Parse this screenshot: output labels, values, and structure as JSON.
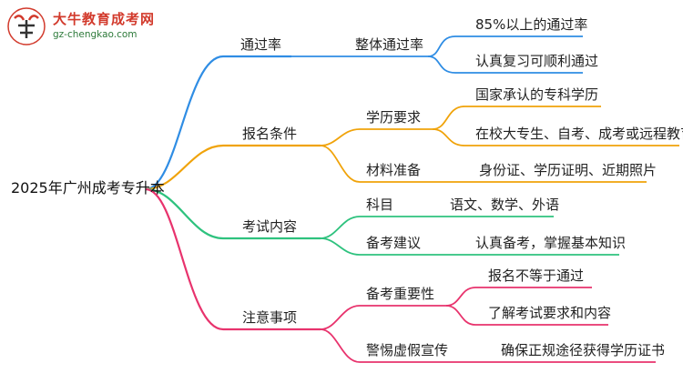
{
  "logo": {
    "title": "大牛教育成考网",
    "url": "gz-chengkao.com"
  },
  "colors": {
    "blue": "#2f8de4",
    "orange": "#f0a30a",
    "green": "#2ec27e",
    "magenta": "#e8336d"
  },
  "root": "2025年广州成考专升本",
  "branches": {
    "pass_rate": {
      "label": "通过率",
      "sub": {
        "overall": {
          "label": "整体通过率",
          "leaves": [
            "85%以上的通过率",
            "认真复习可顺利通过"
          ]
        }
      }
    },
    "apply": {
      "label": "报名条件",
      "sub": {
        "education": {
          "label": "学历要求",
          "leaves": [
            "国家承认的专科学历",
            "在校大专生、自考、成考或远程教育"
          ]
        },
        "materials": {
          "label": "材料准备",
          "leaves": [
            "身份证、学历证明、近期照片"
          ]
        }
      }
    },
    "exam": {
      "label": "考试内容",
      "sub": {
        "subjects": {
          "label": "科目",
          "leaves": [
            "语文、数学、外语"
          ]
        },
        "advice": {
          "label": "备考建议",
          "leaves": [
            "认真备考，掌握基本知识"
          ]
        }
      }
    },
    "notes": {
      "label": "注意事项",
      "sub": {
        "importance": {
          "label": "备考重要性",
          "leaves": [
            "报名不等于通过",
            "了解考试要求和内容"
          ]
        },
        "beware": {
          "label": "警惕虚假宣传",
          "leaves": [
            "确保正规途径获得学历证书"
          ]
        }
      }
    }
  }
}
